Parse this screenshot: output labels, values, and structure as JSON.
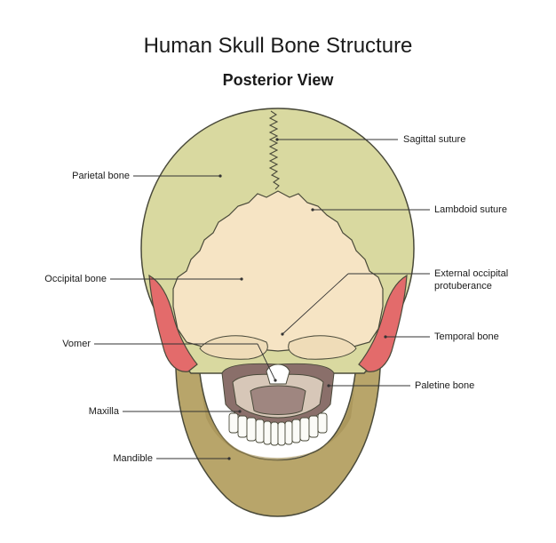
{
  "title": "Human Skull Bone Structure",
  "subtitle": "Posterior View",
  "labels": {
    "parietal": "Parietal bone",
    "occipital": "Occipital bone",
    "vomer": "Vomer",
    "maxilla": "Maxilla",
    "mandible": "Mandible",
    "sagittal": "Sagittal suture",
    "lambdoid": "Lambdoid suture",
    "external_occipital_line1": "External occipital",
    "external_occipital_line2": "protuberance",
    "temporal": "Temporal bone",
    "paletine": "Paletine bone"
  },
  "colors": {
    "parietal": "#d9d9a0",
    "occipital": "#f6e4c4",
    "temporal": "#e36b6b",
    "mandible": "#b8a56a",
    "teeth": "#fbfbf7",
    "cavity": "#8a6f6a",
    "outline": "#4a4a3a"
  }
}
